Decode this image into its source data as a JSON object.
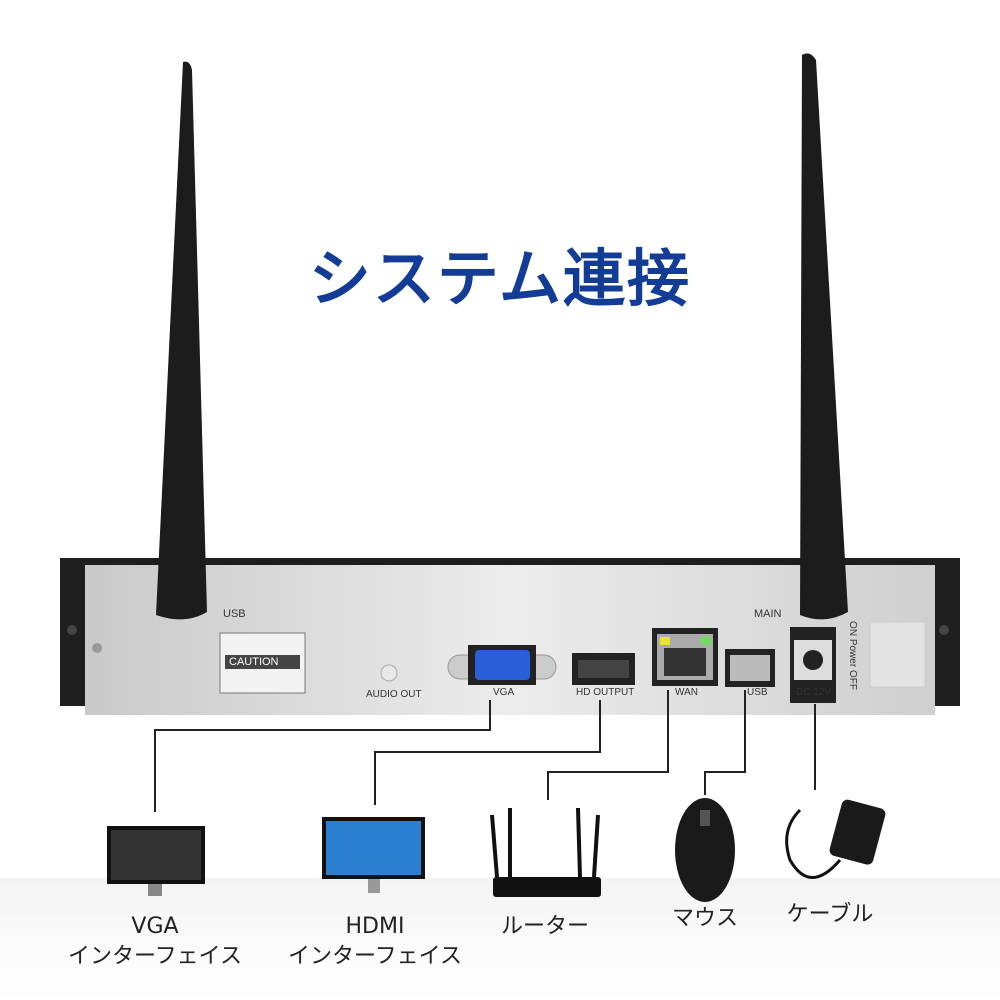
{
  "title": "システム連接",
  "panel": {
    "antenna_left": "USB",
    "antenna_right": "MAIN",
    "caution": "CAUTION",
    "audio_out": "AUDIO OUT",
    "vga": "VGA",
    "hd_output": "HD OUTPUT",
    "wan": "WAN",
    "usb": "USB",
    "dc": "DC 12V",
    "power": "ON Power OFF"
  },
  "devices": [
    {
      "line1": "VGA",
      "line2": "インターフェイス"
    },
    {
      "line1": "HDMI",
      "line2": "インターフェイス"
    },
    {
      "line1": "ルーター"
    },
    {
      "line1": "マウス"
    },
    {
      "line1": "ケーブル"
    }
  ],
  "colors": {
    "title": "#123c96",
    "vga": "#2b5fd8",
    "led_yellow": "#e8e23a",
    "led_green": "#6fdc5a"
  }
}
